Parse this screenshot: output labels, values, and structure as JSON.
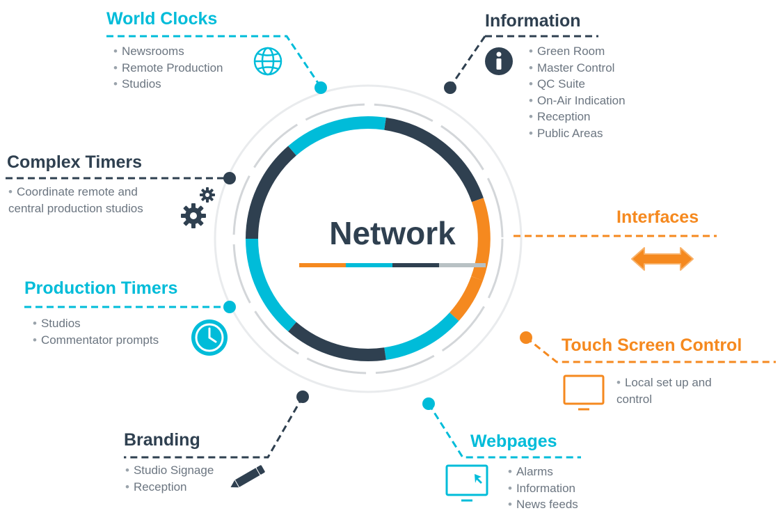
{
  "center": {
    "title": "Network"
  },
  "colors": {
    "cyan": "#00bcd9",
    "dark": "#2f4050",
    "orange": "#f5891f",
    "gray": "#b8c1c4"
  },
  "center_bar_colors": [
    "#f5891f",
    "#00bcd9",
    "#2f4050",
    "#b8c1c4"
  ],
  "sections": {
    "world_clocks": {
      "title": "World Clocks",
      "icon": "globe-icon",
      "items": [
        "Newsrooms",
        "Remote Production",
        "Studios"
      ]
    },
    "information": {
      "title": "Information",
      "icon": "info-icon",
      "items": [
        "Green Room",
        "Master Control",
        "QC Suite",
        "On-Air Indication",
        "Reception",
        "Public Areas"
      ]
    },
    "complex_timers": {
      "title": "Complex Timers",
      "icon": "gears-icon",
      "text": "Coordinate remote and central production studios"
    },
    "interfaces": {
      "title": "Interfaces",
      "icon": "double-arrow-icon"
    },
    "production_timers": {
      "title": "Production Timers",
      "icon": "clock-icon",
      "items": [
        "Studios",
        "Commentator prompts"
      ]
    },
    "touch_screen": {
      "title": "Touch Screen Control",
      "icon": "monitor-icon",
      "text": "Local set up and control"
    },
    "branding": {
      "title": "Branding",
      "icon": "pencil-icon",
      "items": [
        "Studio Signage",
        "Reception"
      ]
    },
    "webpages": {
      "title": "Webpages",
      "icon": "web-monitor-icon",
      "items": [
        "Alarms",
        "Information",
        "News feeds"
      ]
    }
  }
}
